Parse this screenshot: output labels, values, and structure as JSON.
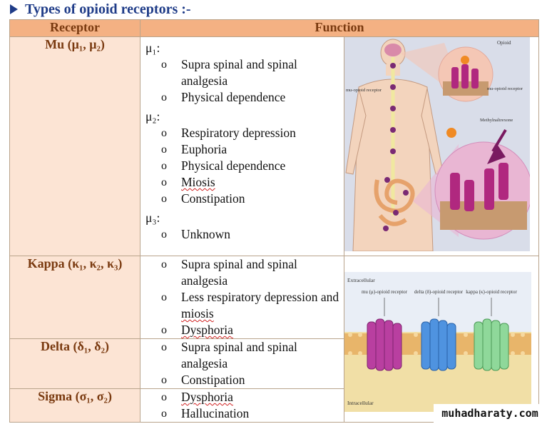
{
  "title": "Types of opioid receptors :-",
  "headers": {
    "receptor": "Receptor",
    "function": "Function"
  },
  "rows": [
    {
      "receptor": "Mu (μ₁, μ₂)",
      "groups": [
        {
          "label": "μ₁:",
          "items": [
            {
              "text": "Supra spinal and spinal analgesia"
            },
            {
              "text": "Physical dependence"
            }
          ]
        },
        {
          "label": "μ₂:",
          "items": [
            {
              "text": "Respiratory depression"
            },
            {
              "text": "Euphoria"
            },
            {
              "text": "Physical dependence"
            },
            {
              "text": "Miosis",
              "wavy": true
            },
            {
              "text": "Constipation"
            }
          ]
        },
        {
          "label": "μ₃:",
          "items": [
            {
              "text": "Unknown"
            }
          ]
        }
      ]
    },
    {
      "receptor": "Kappa (κ₁, κ₂, κ₃)",
      "groups": [
        {
          "label": "",
          "items": [
            {
              "text": "Supra spinal and spinal analgesia"
            },
            {
              "text": "Less respiratory depression and miosis",
              "wavy_word": "miosis"
            },
            {
              "text": "Dysphoria",
              "wavy": true
            }
          ]
        }
      ]
    },
    {
      "receptor": "Delta (δ₁, δ₂)",
      "groups": [
        {
          "label": "",
          "items": [
            {
              "text": "Supra spinal and spinal analgesia"
            },
            {
              "text": "Constipation"
            }
          ]
        }
      ]
    },
    {
      "receptor": "Sigma (σ₁, σ₂)",
      "groups": [
        {
          "label": "",
          "items": [
            {
              "text": "Dysphoria",
              "wavy": true
            },
            {
              "text": "Hallucination"
            }
          ]
        }
      ]
    }
  ],
  "bullet_glyph": "o",
  "figure1": {
    "label_opioid": "Opioid",
    "label_mu_left": "mu-opioid receptor",
    "label_mu_right": "mu-opioid receptor",
    "label_antagonist": "Methylnaltrexone"
  },
  "figure2": {
    "extracellular": "Extracellular",
    "intracellular": "Intracellular",
    "mu": "mu (μ)-opioid receptor",
    "delta": "delta (δ)-opioid receptor",
    "kappa": "kappa (κ)-opioid receptor"
  },
  "watermark": "muhadharaty.com",
  "colors": {
    "title": "#1f3c88",
    "header_bg": "#f4b183",
    "receptor_bg": "#fce4d4",
    "receptor_text": "#7a3a10"
  }
}
